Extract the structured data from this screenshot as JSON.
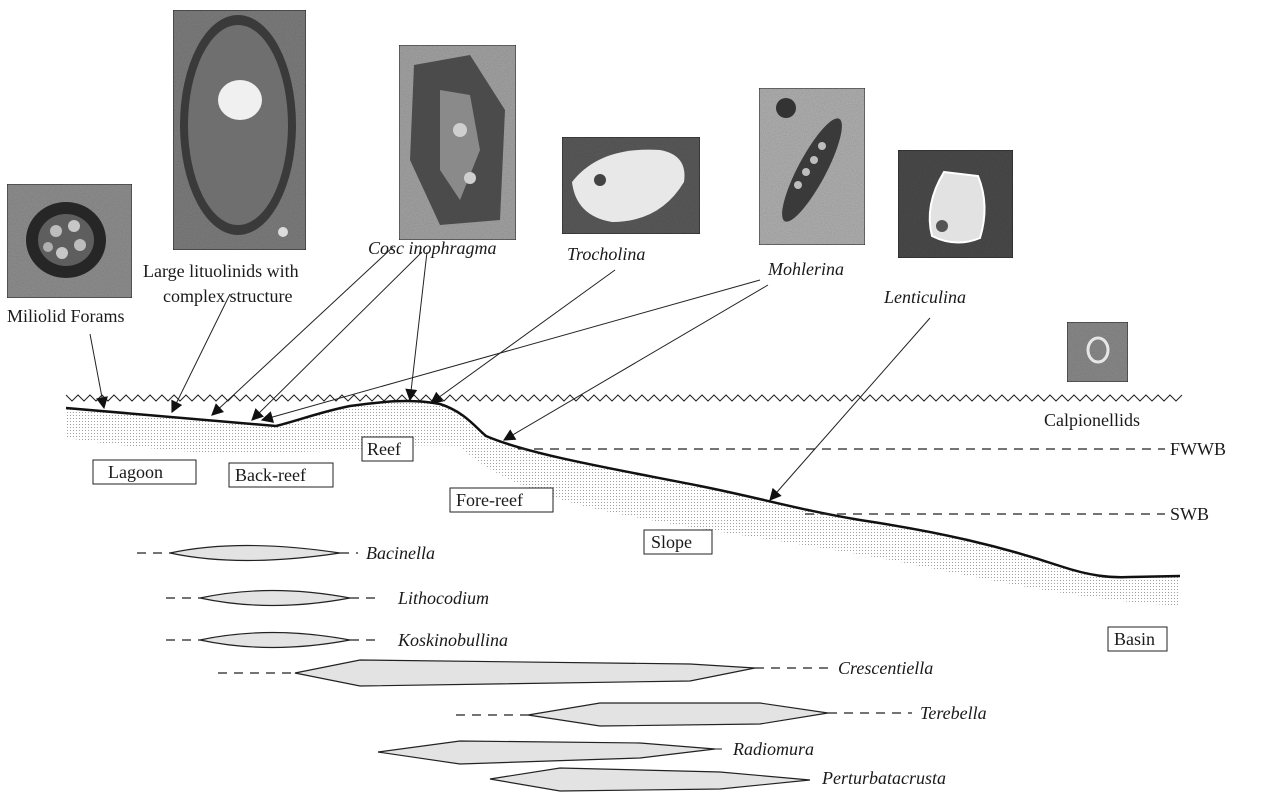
{
  "labels": {
    "miliolid": "Miliolid Forams",
    "lituolinids_1": "Large lituolinids with",
    "lituolinids_2": "complex structure",
    "cosc": "Cosc  inophragma",
    "trocholina": "Trocholina",
    "mohlerina": "Mohlerina",
    "lenticulina": "Lenticulina",
    "calpionellids": "Calpionellids",
    "fwwb": "FWWB",
    "swb": "SWB"
  },
  "zones": {
    "lagoon": "Lagoon",
    "backreef": "Back-reef",
    "reef": "Reef",
    "forereef": "Fore-reef",
    "slope": "Slope",
    "basin": "Basin"
  },
  "ranges": {
    "bacinella": "Bacinella",
    "lithocodium": "Lithocodium",
    "koskinobullina": "Koskinobullina",
    "crescentiella": "Crescentiella",
    "terebella": "Terebella",
    "radiomura": "Radiomura",
    "perturbatacrusta": "Perturbatacrusta"
  },
  "colors": {
    "photo_dark": "#2b2b2b",
    "photo_mid": "#7a7a7a",
    "photo_light": "#d8d8d8",
    "lens_fill": "#e3e3e3",
    "sediment": "#9a9a9a"
  }
}
